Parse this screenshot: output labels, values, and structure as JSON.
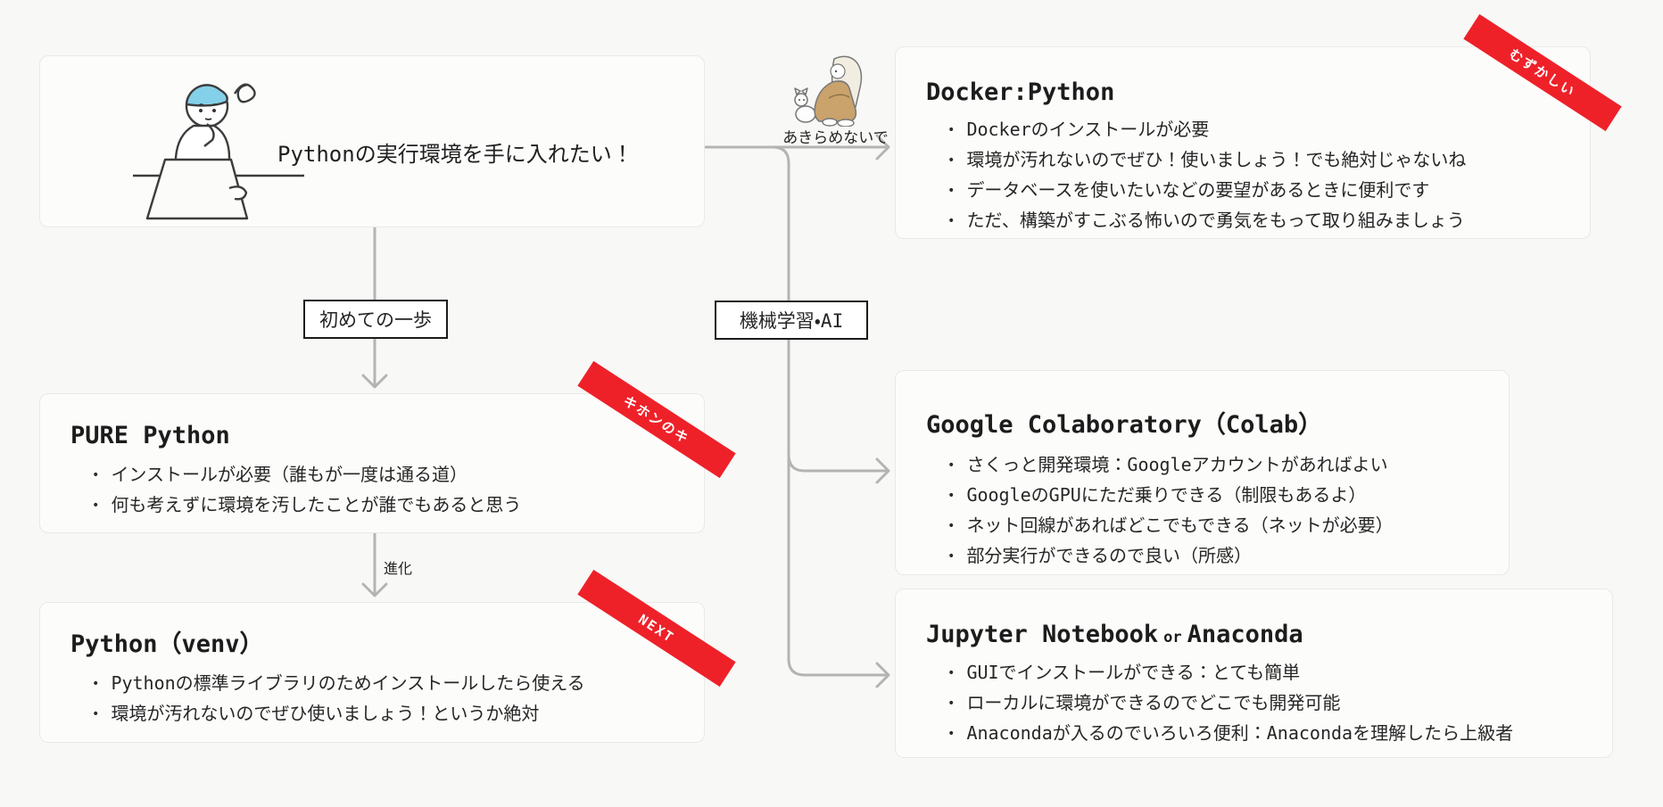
{
  "colors": {
    "page_bg": "#f8f8f6",
    "card_bg": "#fcfcfb",
    "card_border": "#e9e9e6",
    "arrow_gray": "#b4b4b2",
    "ribbon_red": "#ee2129",
    "text": "#242424",
    "hair_blue": "#84d0e8",
    "clothes_tan": "#c9a26c",
    "hair_cream": "#f2ede1"
  },
  "start": {
    "text": "Pythonの実行環境を手に入れたい！",
    "illustration": "thinking-person-at-laptop-illustration"
  },
  "connector_labels": {
    "first_step": "初めての一歩",
    "ml_ai": "機械学習・AI",
    "evolution": "進化",
    "dont_give_up": "あきらめないで"
  },
  "boxes": {
    "pure": {
      "title": "PURE Python",
      "ribbon": "キホンのキ",
      "bullets": [
        "インストールが必要（誰もが一度は通る道）",
        "何も考えずに環境を汚したことが誰でもあると思う"
      ]
    },
    "venv": {
      "title": "Python（venv）",
      "ribbon": "NEXT",
      "bullets": [
        "Pythonの標準ライブラリのためインストールしたら使える",
        "環境が汚れないのでぜひ使いましょう！というか絶対"
      ]
    },
    "docker": {
      "title": "Docker:Python",
      "ribbon": "むずかしい",
      "bullets": [
        "Dockerのインストールが必要",
        "環境が汚れないのでぜひ！使いましょう！でも絶対じゃないね",
        "データベースを使いたいなどの要望があるときに便利です",
        "ただ、構築がすこぶる怖いので勇気をもって取り組みましょう"
      ]
    },
    "colab": {
      "title": "Google Colaboratory（Colab）",
      "bullets": [
        "さくっと開発環境：Googleアカウントがあればよい",
        "GoogleのGPUにただ乗りできる（制限もあるよ）",
        "ネット回線があればどこでもできる（ネットが必要）",
        "部分実行ができるので良い（所感）"
      ]
    },
    "jupyter": {
      "title": "Jupyter Notebook",
      "title_or": "or",
      "title2": "Anaconda",
      "bullets": [
        "GUIでインストールができる：とても簡単",
        "ローカルに環境ができるのでどこでも開発可能",
        "Anacondaが入るのでいろいろ便利：Anacondaを理解したら上級者"
      ]
    }
  }
}
